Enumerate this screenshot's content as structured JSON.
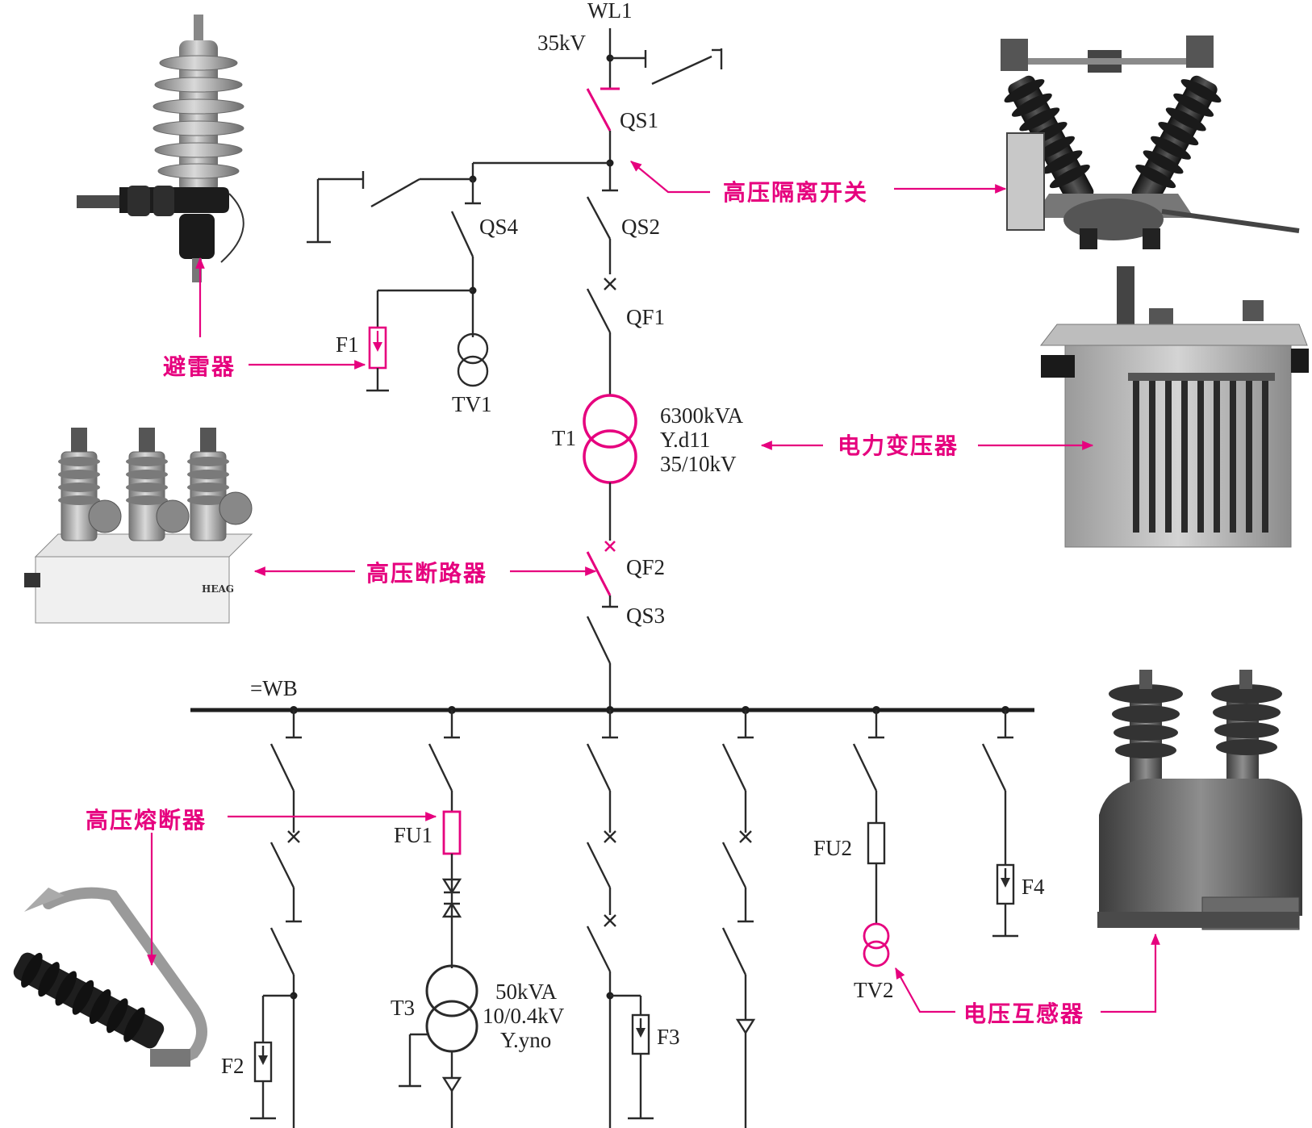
{
  "colors": {
    "accent": "#e6007e",
    "line": "#2a2a2a"
  },
  "labels": {
    "wl1": "WL1",
    "v35": "35kV",
    "qs1": "QS1",
    "qs2": "QS2",
    "qs3": "QS3",
    "qs4": "QS4",
    "qf1": "QF1",
    "qf2": "QF2",
    "t1": "T1",
    "t1_rating": [
      "6300kVA",
      "Y.d11",
      "35/10kV"
    ],
    "f1": "F1",
    "f2": "F2",
    "f3": "F3",
    "f4": "F4",
    "tv1": "TV1",
    "tv2": "TV2",
    "wb": "=WB",
    "fu1": "FU1",
    "fu2": "FU2",
    "t3": "T3",
    "t3_rating": [
      "50kVA",
      "10/0.4kV",
      "Y.yno"
    ]
  },
  "callouts": {
    "isolator": "高压隔离开关",
    "arrester": "避雷器",
    "transformer": "电力变压器",
    "breaker": "高压断路器",
    "fuse": "高压熔断器",
    "vt": "电压互感器"
  },
  "photos": [
    {
      "id": "arrester",
      "icon": "surge-arrester-photo"
    },
    {
      "id": "isolator",
      "icon": "disconnector-photo"
    },
    {
      "id": "transformer",
      "icon": "power-transformer-photo"
    },
    {
      "id": "breaker",
      "icon": "circuit-breaker-photo",
      "badge": "HEAG"
    },
    {
      "id": "fuse",
      "icon": "drop-out-fuse-photo"
    },
    {
      "id": "vt",
      "icon": "voltage-transformer-photo"
    }
  ]
}
